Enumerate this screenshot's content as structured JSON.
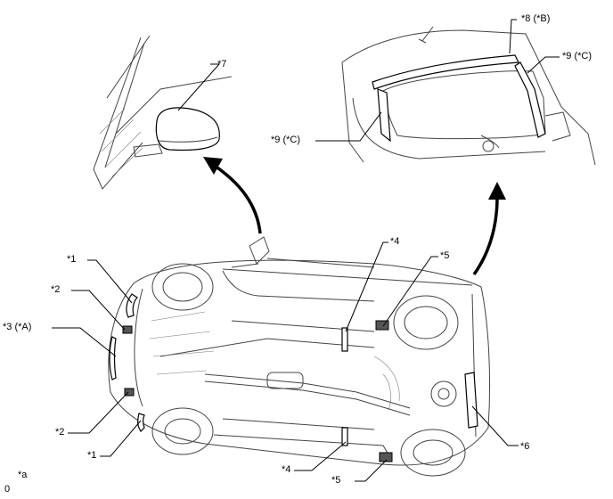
{
  "callouts": {
    "c7": "*7",
    "c8": "*8 (*B)",
    "c9_right": "*9 (*C)",
    "c9_left": "*9 (*C)",
    "c1_upper": "*1",
    "c2_upper": "*2",
    "c3": "*3 (*A)",
    "c2_lower": "*2",
    "c1_lower": "*1",
    "c4_upper": "*4",
    "c5_upper": "*5",
    "c6": "*6",
    "c4_lower": "*4",
    "c5_lower": "*5",
    "ca": "*a"
  },
  "footer": {
    "code": "0"
  }
}
